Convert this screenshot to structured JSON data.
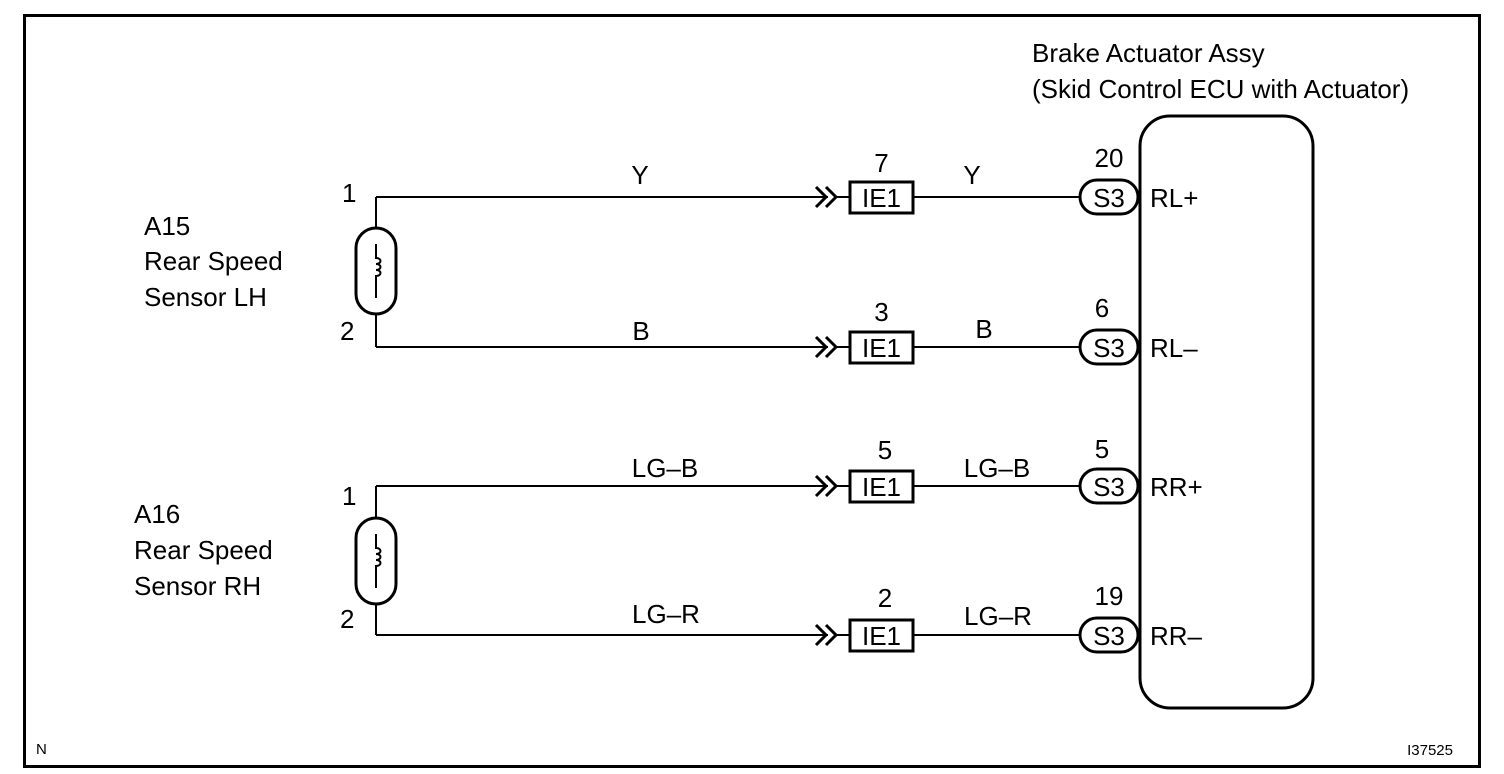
{
  "ecu": {
    "title_line1": "Brake Actuator Assy",
    "title_line2": "(Skid Control ECU with Actuator)"
  },
  "sensors": [
    {
      "code": "A15",
      "name_line1": "Rear Speed",
      "name_line2": "Sensor LH",
      "pin_top": "1",
      "pin_bottom": "2"
    },
    {
      "code": "A16",
      "name_line1": "Rear Speed",
      "name_line2": "Sensor RH",
      "pin_top": "1",
      "pin_bottom": "2"
    }
  ],
  "wires": [
    {
      "color_left": "Y",
      "connector": "IE1",
      "connector_pin": "7",
      "color_right": "Y",
      "ecu_connector": "S3",
      "ecu_pin": "20",
      "terminal": "RL+"
    },
    {
      "color_left": "B",
      "connector": "IE1",
      "connector_pin": "3",
      "color_right": "B",
      "ecu_connector": "S3",
      "ecu_pin": "6",
      "terminal": "RL–"
    },
    {
      "color_left": "LG–B",
      "connector": "IE1",
      "connector_pin": "5",
      "color_right": "LG–B",
      "ecu_connector": "S3",
      "ecu_pin": "5",
      "terminal": "RR+"
    },
    {
      "color_left": "LG–R",
      "connector": "IE1",
      "connector_pin": "2",
      "color_right": "LG–R",
      "ecu_connector": "S3",
      "ecu_pin": "19",
      "terminal": "RR–"
    }
  ],
  "footer": {
    "left": "N",
    "right": "I37525"
  }
}
